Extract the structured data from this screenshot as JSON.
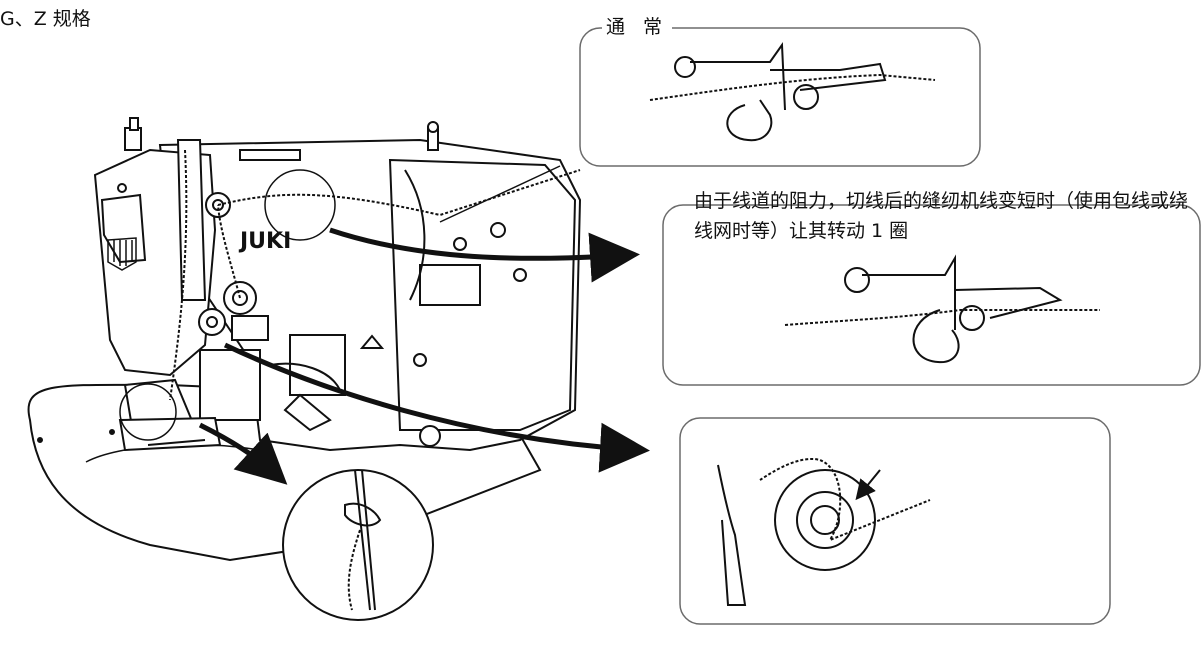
{
  "labels": {
    "spec": "G、Z 规格",
    "normal": "通 常",
    "note": "由于线道的阻力，切线后的缝纫机线变短时（使用包线或绕线网时等）让其转动 1 圈"
  },
  "machine": {
    "brand": "JUKI"
  },
  "colors": {
    "ink": "#111111",
    "paper": "#ffffff",
    "frame": "#6b6b6b"
  }
}
